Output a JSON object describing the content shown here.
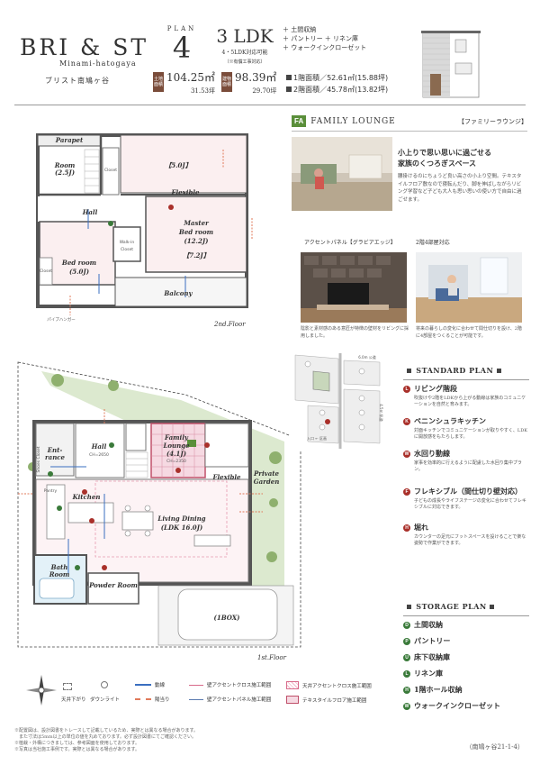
{
  "brand": {
    "name": "BRI & ST",
    "sub": "Minami-hatogaya",
    "jp": "ブリスト南鳩ヶ谷"
  },
  "plan": {
    "word": "PLAN",
    "number": "4"
  },
  "layout": {
    "main": "3 LDK",
    "sub": "4・5LDK対応可能",
    "note": "（※有償工事対応）"
  },
  "features": [
    "＋ 土間収納",
    "＋ パントリー ＋ リネン庫",
    "＋ ウォークインクローゼット"
  ],
  "areas": {
    "land": {
      "tag": "土地面積",
      "value": "104.25㎡",
      "tsubo": "31.53坪"
    },
    "building": {
      "tag": "建物面積",
      "value": "98.39㎡",
      "tsubo": "29.70坪"
    },
    "floor1": "1階面積／52.61㎡(15.88坪)",
    "floor2": "2階面積／45.78㎡(13.82坪)"
  },
  "floor2": {
    "label": "2nd.Floor",
    "rooms": {
      "parapet": "Parapet",
      "room1": "Room",
      "room1_size": "(2.5J)",
      "closet1": "Closet",
      "fivej": "【5.0J】",
      "hall": "Hall",
      "flexible": "Flexible",
      "master": "Master",
      "master2": "Bed room",
      "master_size": "(12.2J)",
      "sevenj": "【7.2J】",
      "walkin": "Walk-in",
      "walkin2": "Closet",
      "bed": "Bed room",
      "bed_size": "(5.0J)",
      "closet2": "Closet",
      "balcony": "Balcony",
      "pipe": "パイプハンガー"
    }
  },
  "floor1": {
    "label": "1st.Floor",
    "rooms": {
      "entrance": "Ent-",
      "entrance2": "rance",
      "shoes": "Shoes Closet",
      "hall": "Hall",
      "hall_size": "CH=2650",
      "family": "Family",
      "lounge": "Lounge",
      "lounge_size": "(4.1J)",
      "lounge_ch": "CH=2350",
      "pantry": "Pantry",
      "kitchen": "Kitchen",
      "living": "Living Dining",
      "living_size": "(LDK 16.0J)",
      "flexible": "Flexible",
      "private": "Private",
      "garden": "Garden",
      "bath": "Bath",
      "bath2": "Room",
      "powder": "Powder Room",
      "car": "(1BOX)"
    }
  },
  "family_lounge": {
    "badge": "FA",
    "title": "FAMILY LOUNGE",
    "jp_title": "【ファミリーラウンジ】",
    "heading_line1": "小上りで思い思いに過ごせる",
    "heading_line2": "家族のくつろぎスペース",
    "body": "腰掛けるのにちょうど良い高さの小上り空間。テキスタイルフロア敷なので寝転んだり、脚を伸ばしながらリビング学習など子ども大人も思い思いの使い方で自由に過ごせます。",
    "photo1_caption": "アクセントパネル【グラビアエッジ】",
    "photo1_text": "陰影と素材感のある意匠が特徴の壁材をリビングに採用しました。",
    "photo2_caption": "2階4部屋対応",
    "photo2_text": "将来の暮らしの変化に合わせて間仕切りを設け、2階に4部屋をつくることが可能です。"
  },
  "sitemap": {
    "label1": "6.0m 公道",
    "label2": "入口 ← 区画",
    "label3": "4.5m 私道"
  },
  "standard_plan": {
    "heading": "STANDARD PLAN",
    "items": [
      {
        "badge": "L",
        "title": "リビング階段",
        "desc": "吹抜けや2階をLDKから上がる動線は家族のコミュニケーションを自然と育みます。"
      },
      {
        "badge": "K",
        "title": "ペニンシュラキッチン",
        "desc": "対面キッチンでコミュニケーションが取りやすく、LDKに開放感をもたらします。"
      },
      {
        "badge": "W",
        "title": "水回り動線",
        "desc": "家事を効率的に行えるように配慮した水回り集中プラン。"
      },
      {
        "badge": "F",
        "title": "フレキシブル（間仕切り壁対応）",
        "desc": "子どもの成長やライフステージの変化に合わせてフレキシブルに対応できます。"
      },
      {
        "badge": "H",
        "title": "堀れ",
        "desc": "カウンターの足元にフットスペースを設けることで楽な姿勢で作業ができます。"
      }
    ]
  },
  "storage_plan": {
    "heading": "STORAGE PLAN",
    "items": [
      {
        "badge": "D",
        "title": "土間収納"
      },
      {
        "badge": "P",
        "title": "パントリー"
      },
      {
        "badge": "U",
        "title": "床下収納庫"
      },
      {
        "badge": "L",
        "title": "リネン庫"
      },
      {
        "badge": "H",
        "title": "1階ホール収納"
      },
      {
        "badge": "W",
        "title": "ウォークインクローゼット"
      }
    ]
  },
  "legend": {
    "dot": "天井下がり",
    "down": "ダウンライト",
    "flow": "動線",
    "sun": "陽当り",
    "wall1": "壁アクセントクロス施工範囲",
    "wall2": "壁アクセントパネル施工範囲",
    "ceil": "天井アクセントクロス施工範囲",
    "tex": "テキスタイルフロア施工範囲"
  },
  "footnotes": [
    "※配置図は、設計図書をトレースして記載しているため、実際とは異なる場合があります。",
    "　また寸法は5mm以上の単位の値を丸めております。必ず設計図書にてご確認ください。",
    "※植栽・外構につきましては、参考図面を使用しております。",
    "※写真は当社施工事例です。実際とは異なる場合があります。"
  ],
  "code": "（南鳩ヶ谷21-1-4）"
}
